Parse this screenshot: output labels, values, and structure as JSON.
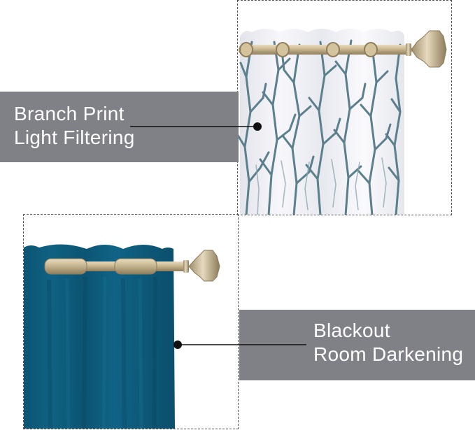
{
  "callouts": {
    "sheer": {
      "line1": "Branch Print",
      "line2": "Light Filtering"
    },
    "blackout": {
      "line1": "Blackout",
      "line2": "Room Darkening"
    }
  },
  "colors": {
    "label_background": "#808186",
    "label_text": "#ffffff",
    "blackout_fabric": "#0e5a78",
    "branch_print": "#5b7f8c",
    "sheer_fabric": "#f1f1f5",
    "curtain_rod": "#c9b790"
  }
}
